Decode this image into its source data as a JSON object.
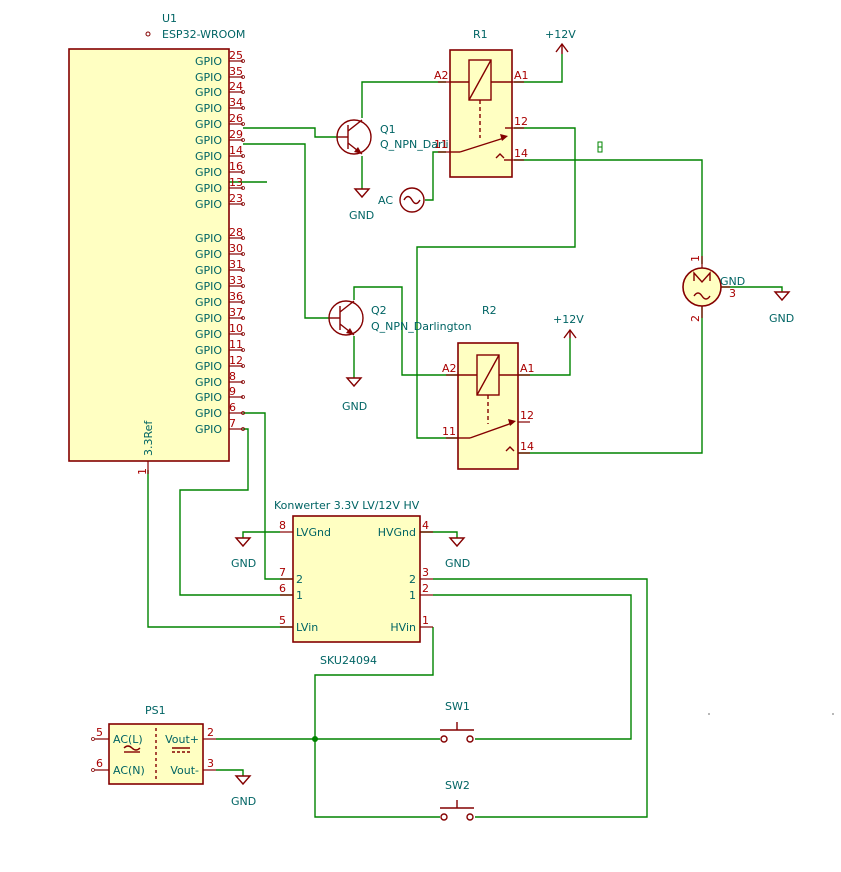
{
  "u1": {
    "ref": "U1",
    "value": "ESP32-WROOM",
    "pins": [
      {
        "name": "GPIO",
        "num": "25"
      },
      {
        "name": "GPIO",
        "num": "35"
      },
      {
        "name": "GPIO",
        "num": "24"
      },
      {
        "name": "GPIO",
        "num": "34"
      },
      {
        "name": "GPIO",
        "num": "26"
      },
      {
        "name": "GPIO",
        "num": "29"
      },
      {
        "name": "GPIO",
        "num": "14"
      },
      {
        "name": "GPIO",
        "num": "16"
      },
      {
        "name": "GPIO",
        "num": "13"
      },
      {
        "name": "GPIO",
        "num": "23"
      },
      {
        "name": "GPIO",
        "num": "28"
      },
      {
        "name": "GPIO",
        "num": "30"
      },
      {
        "name": "GPIO",
        "num": "31"
      },
      {
        "name": "GPIO",
        "num": "33"
      },
      {
        "name": "GPIO",
        "num": "36"
      },
      {
        "name": "GPIO",
        "num": "37"
      },
      {
        "name": "GPIO",
        "num": "10"
      },
      {
        "name": "GPIO",
        "num": "11"
      },
      {
        "name": "GPIO",
        "num": "12"
      },
      {
        "name": "GPIO",
        "num": "8"
      },
      {
        "name": "GPIO",
        "num": "9"
      },
      {
        "name": "GPIO",
        "num": "6"
      },
      {
        "name": "GPIO",
        "num": "7"
      }
    ],
    "ref_pin": {
      "name": "3.3Ref",
      "num": "1"
    }
  },
  "q1": {
    "ref": "Q1",
    "value": "Q_NPN_Darlington"
  },
  "q2": {
    "ref": "Q2",
    "value": "Q_NPN_Darlington"
  },
  "r1": {
    "ref": "R1",
    "pins": {
      "a2": "A2",
      "a1": "A1",
      "p11": "11",
      "p12": "12",
      "p14": "14"
    }
  },
  "r2": {
    "ref": "R2",
    "pins": {
      "a2": "A2",
      "a1": "A1",
      "p11": "11",
      "p12": "12",
      "p14": "14"
    }
  },
  "ac": {
    "label": "AC"
  },
  "motor": {
    "pins": {
      "p1": "1",
      "p2": "2",
      "p3": "3"
    },
    "gnd_label": "GND"
  },
  "power": {
    "vcc": "+12V",
    "gnd": "GND"
  },
  "conv": {
    "title": "Konwerter 3.3V LV/12V HV",
    "value": "SKU24094",
    "left": [
      {
        "name": "LVGnd",
        "num": "8"
      },
      {
        "name": "2",
        "num": "7"
      },
      {
        "name": "1",
        "num": "6"
      },
      {
        "name": "LVin",
        "num": "5"
      }
    ],
    "right": [
      {
        "name": "HVGnd",
        "num": "4"
      },
      {
        "name": "2",
        "num": "3"
      },
      {
        "name": "1",
        "num": "2"
      },
      {
        "name": "HVin",
        "num": "1"
      }
    ]
  },
  "ps1": {
    "ref": "PS1",
    "left": [
      {
        "name": "AC(L)",
        "num": "5"
      },
      {
        "name": "AC(N)",
        "num": "6"
      }
    ],
    "right": [
      {
        "name": "Vout+",
        "num": "2"
      },
      {
        "name": "Vout-",
        "num": "3"
      }
    ]
  },
  "sw1": {
    "ref": "SW1"
  },
  "sw2": {
    "ref": "SW2"
  },
  "colors": {
    "wire": "#008400",
    "symbol": "#840000",
    "fill": "#ffffc2",
    "text": "#006464",
    "pin_number": "#a90000"
  }
}
